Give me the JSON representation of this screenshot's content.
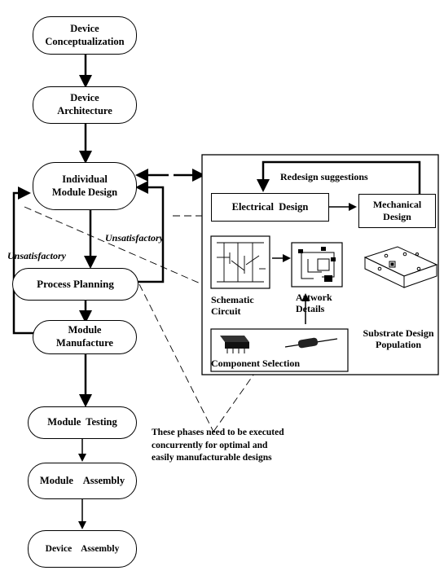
{
  "flow": {
    "device_conceptualization": "Device\nConceptualization",
    "device_architecture": "Device\nArchitecture",
    "individual_module_design": "Individual\nModule Design",
    "process_planning": "Process Planning",
    "module_manufacture": "Module\nManufacture",
    "module_testing": "Module  Testing",
    "module_assembly": "Module    Assembly",
    "device_assembly": "Device    Assembly"
  },
  "loops": {
    "unsatisfactory_left": "Unsatisfactory",
    "unsatisfactory_right": "Unsatisfactory"
  },
  "detail": {
    "redesign_suggestions": "Redesign suggestions",
    "electrical_design": "Electrical  Design",
    "mechanical_design": "Mechanical\nDesign",
    "schematic_circuit": "Schematic\nCircuit",
    "artwork_details": "Artwork\nDetails",
    "component_selection": "Component Selection",
    "substrate_design": "Substrate Design\nPopulation"
  },
  "note": "These phases need to be executed\nconcurrently for optimal and\neasily manufacturable designs"
}
